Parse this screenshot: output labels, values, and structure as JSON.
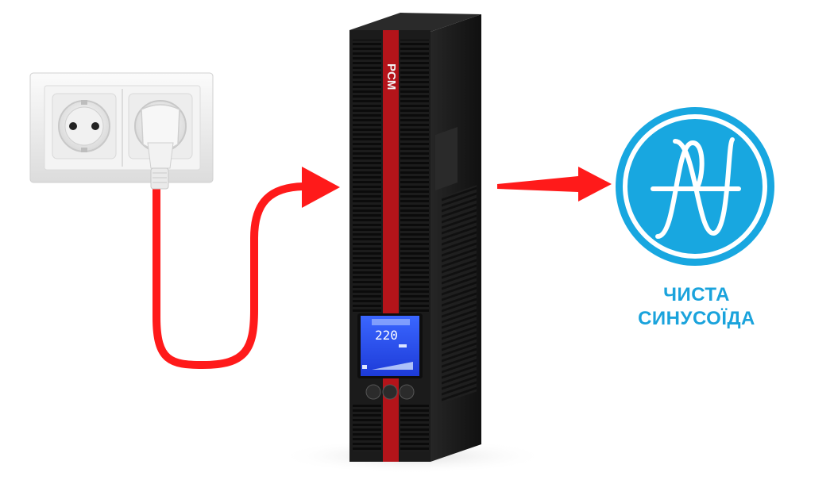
{
  "brand": {
    "logo_text": "PCM"
  },
  "ups_display": {
    "voltage": "220"
  },
  "caption": {
    "line1": "ЧИСТА",
    "line2": "СИНУСОЇДА"
  },
  "colors": {
    "accent_red": "#ff1a1a",
    "wave_blue": "#1aa3dc",
    "ups_body": "#1b1b1b",
    "ups_stripe": "#b4141a",
    "lcd_blue": "#2b4fff"
  },
  "icons": {
    "power_outlet": "wall-outlet-icon",
    "plug": "plug-icon",
    "arrow_to_ups": "arrow-right-icon",
    "arrow_to_wave": "arrow-right-icon",
    "sine_wave": "sine-wave-icon"
  }
}
